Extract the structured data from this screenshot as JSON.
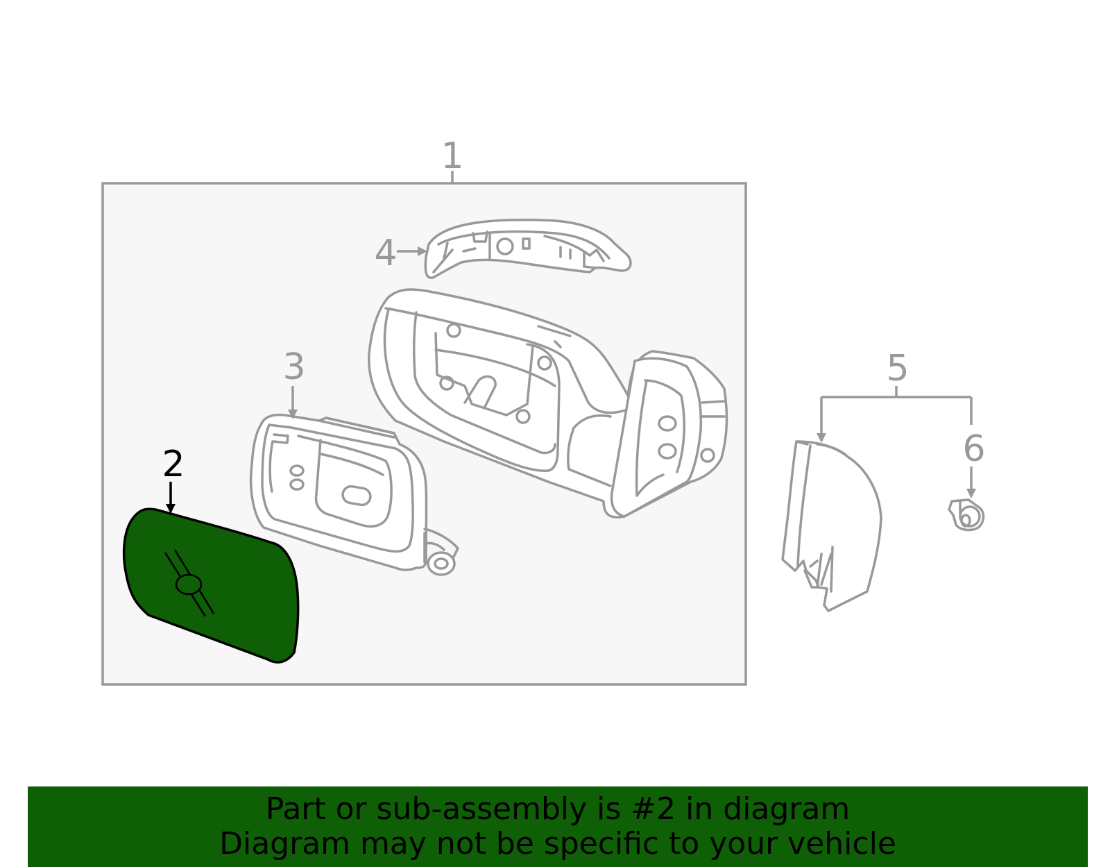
{
  "callouts": [
    {
      "number": "1",
      "highlighted": false
    },
    {
      "number": "2",
      "highlighted": true
    },
    {
      "number": "3",
      "highlighted": false
    },
    {
      "number": "4",
      "highlighted": false
    },
    {
      "number": "5",
      "highlighted": false
    },
    {
      "number": "6",
      "highlighted": false
    }
  ],
  "banner": {
    "line1": "Part or sub-assembly is #2 in diagram",
    "line2": "Diagram may not be specific to your vehicle"
  },
  "colors": {
    "highlight": "#0f5f07",
    "part_stroke": "#999999",
    "frame_fill": "#f7f7f7",
    "banner_bg": "#0f5f07"
  }
}
